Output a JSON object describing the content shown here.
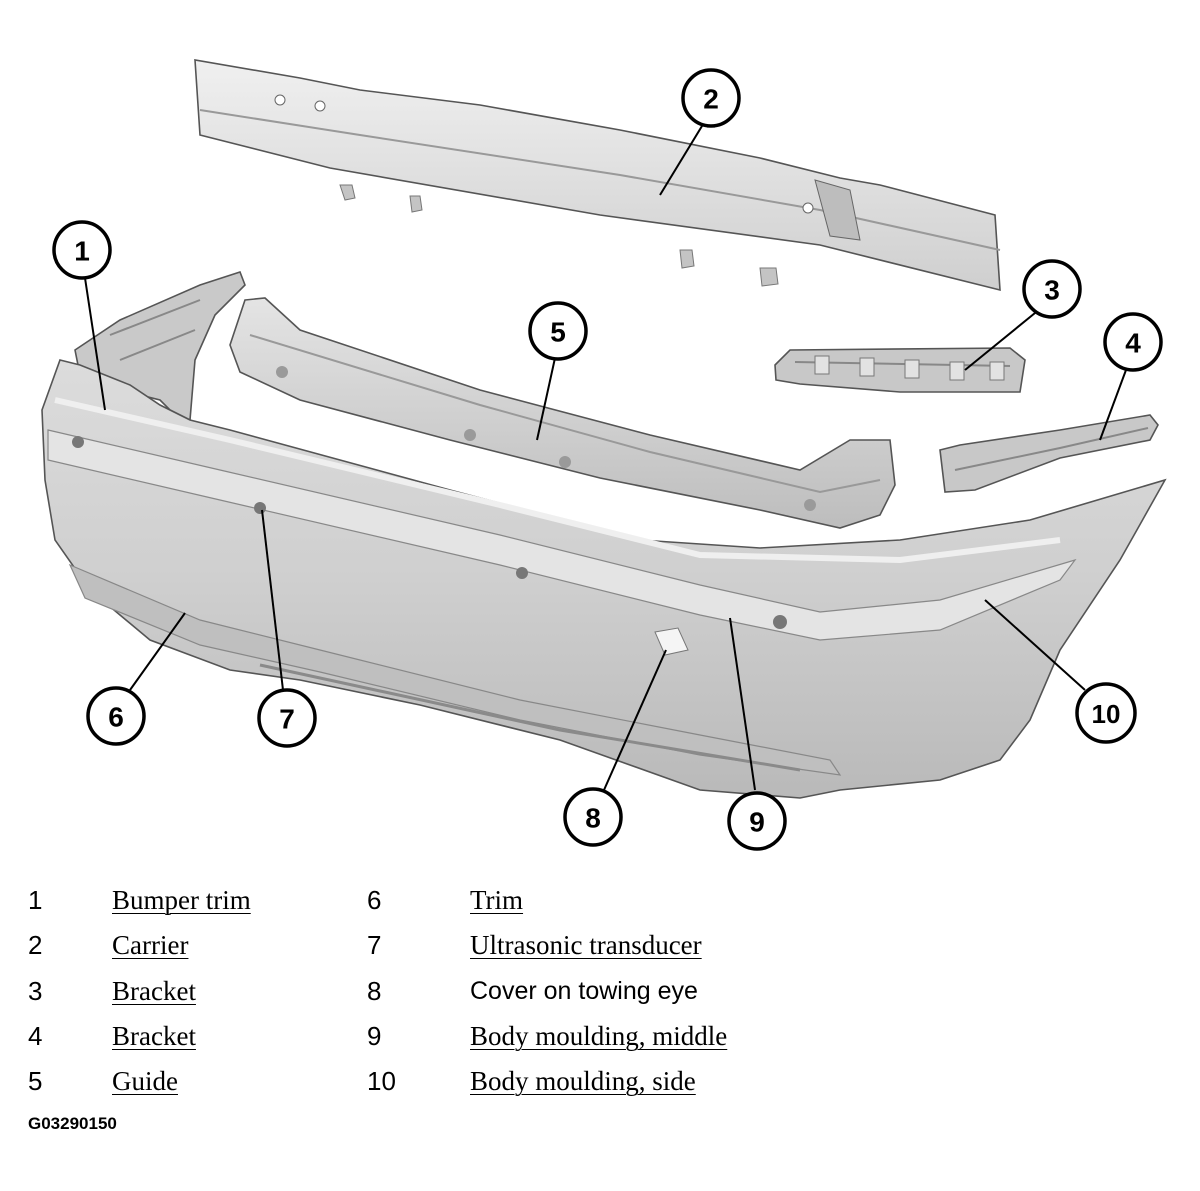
{
  "callouts": [
    "1",
    "2",
    "3",
    "4",
    "5",
    "6",
    "7",
    "8",
    "9",
    "10"
  ],
  "legend": {
    "items": [
      {
        "num": "1",
        "label": "Bumper trim",
        "link": true
      },
      {
        "num": "2",
        "label": "Carrier",
        "link": true
      },
      {
        "num": "3",
        "label": "Bracket",
        "link": true
      },
      {
        "num": "4",
        "label": "Bracket",
        "link": true
      },
      {
        "num": "5",
        "label": "Guide",
        "link": true
      },
      {
        "num": "6",
        "label": "Trim",
        "link": true
      },
      {
        "num": "7",
        "label": "Ultrasonic transducer",
        "link": true
      },
      {
        "num": "8",
        "label": "Cover on towing eye",
        "link": false
      },
      {
        "num": "9",
        "label": "Body moulding, middle",
        "link": true
      },
      {
        "num": "10",
        "label": "Body moulding, side",
        "link": true
      }
    ]
  },
  "figure_code": "G03290150",
  "colors": {
    "part_fill": "#d2d2d2",
    "part_light": "#e6e6e6",
    "part_dark": "#a8a8a8",
    "line": "#000000"
  }
}
